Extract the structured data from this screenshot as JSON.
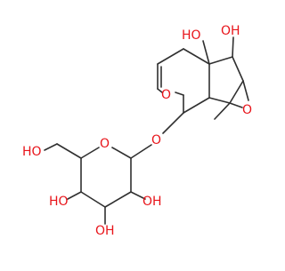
{
  "molecule": {
    "atom_labels": {
      "oh_top_left": "HO",
      "oh_top_right": "OH",
      "epoxide_o": "O",
      "ring_o_pyran": "O",
      "ether_o": "O",
      "ring_o_sugar": "O",
      "ch2oh": "HO",
      "sugar_oh_c4": "HO",
      "sugar_oh_c2": "OH",
      "sugar_oh_c3": "OH"
    },
    "colors": {
      "bond": "#303030",
      "heteroatom_oxygen": "#e8141a",
      "background": "#ffffff"
    }
  }
}
